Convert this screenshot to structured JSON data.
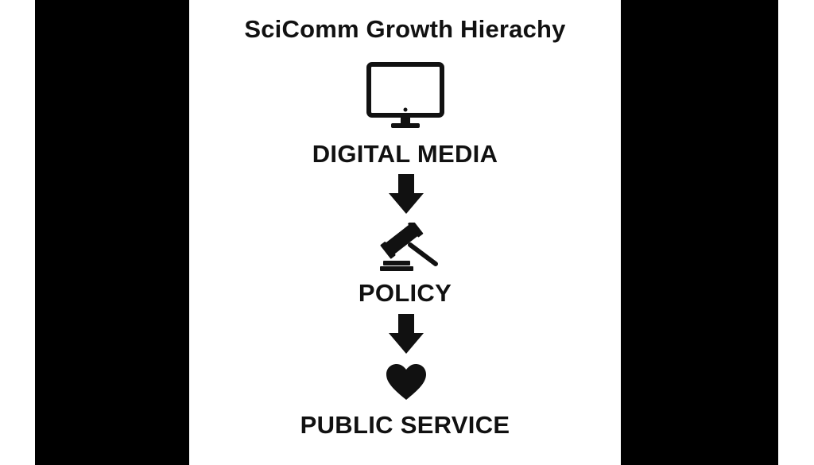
{
  "diagram": {
    "title": "SciComm Growth Hierachy",
    "steps": [
      {
        "label": "DIGITAL MEDIA",
        "icon": "monitor-icon"
      },
      {
        "label": "POLICY",
        "icon": "gavel-icon"
      },
      {
        "label": "PUBLIC SERVICE",
        "icon": "heart-icon"
      }
    ],
    "connector_icon": "arrow-down-icon"
  },
  "colors": {
    "background": "#ffffff",
    "side_bars": "#000000",
    "ink": "#111111"
  }
}
